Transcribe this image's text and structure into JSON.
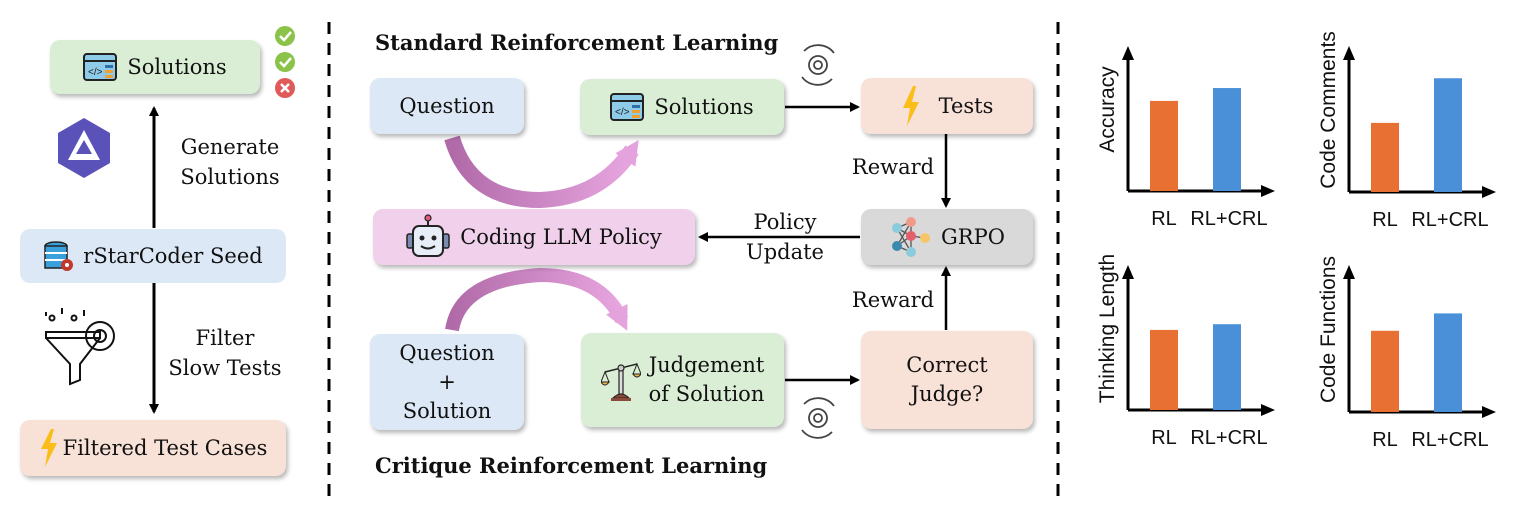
{
  "left_panel": {
    "solutions_label": "Solutions",
    "generate_label": [
      "Generate",
      "Solutions"
    ],
    "seed_label": "rStarCoder Seed",
    "filter_label": [
      "Filter",
      "Slow Tests"
    ],
    "filtered_label": "Filtered Test Cases",
    "status_icons": [
      "check-pass",
      "check-pass",
      "fail-cross"
    ],
    "colors": {
      "pass": "#8bc34a",
      "fail": "#e05a5a"
    }
  },
  "middle_panel": {
    "standard_title": "Standard Reinforcement Learning",
    "critique_title": "Critique Reinforcement Learning",
    "question_label": "Question",
    "solutions_label": "Solutions",
    "tests_label": "Tests",
    "reward_top_label": "Reward",
    "policy_label": "Coding LLM Policy",
    "policy_update_label": [
      "Policy",
      "Update"
    ],
    "grpo_label": "GRPO",
    "reward_bottom_label": "Reward",
    "question_solution_label": [
      "Question",
      "+",
      "Solution"
    ],
    "judgement_label": [
      "Judgement",
      "of Solution"
    ],
    "correct_judge_label": [
      "Correct",
      "Judge?"
    ]
  },
  "colors": {
    "green_box": "#d9eed4",
    "blue_box": "#dce8f5",
    "peach_box": "#f8e1d6",
    "pink_box": "#f0d0ea",
    "gray_box": "#d9d9d9",
    "rl_bar": "#e87033",
    "crl_bar": "#4a90d9",
    "curve_arrow": "#c68ac3"
  },
  "chart_data": [
    {
      "type": "bar",
      "title": "",
      "ylabel": "Accuracy",
      "xlabel": "",
      "categories": [
        "RL",
        "RL+CRL"
      ],
      "values": [
        0.63,
        0.72
      ],
      "ylim": [
        0,
        1
      ]
    },
    {
      "type": "bar",
      "title": "",
      "ylabel": "Code Comments",
      "xlabel": "",
      "categories": [
        "RL",
        "RL+CRL"
      ],
      "values": [
        0.48,
        0.79
      ],
      "ylim": [
        0,
        1
      ]
    },
    {
      "type": "bar",
      "title": "",
      "ylabel": "Thinking Length",
      "xlabel": "",
      "categories": [
        "RL",
        "RL+CRL"
      ],
      "values": [
        0.56,
        0.6
      ],
      "ylim": [
        0,
        1
      ]
    },
    {
      "type": "bar",
      "title": "",
      "ylabel": "Code Functions",
      "xlabel": "",
      "categories": [
        "RL",
        "RL+CRL"
      ],
      "values": [
        0.56,
        0.68
      ],
      "ylim": [
        0,
        1
      ]
    }
  ]
}
